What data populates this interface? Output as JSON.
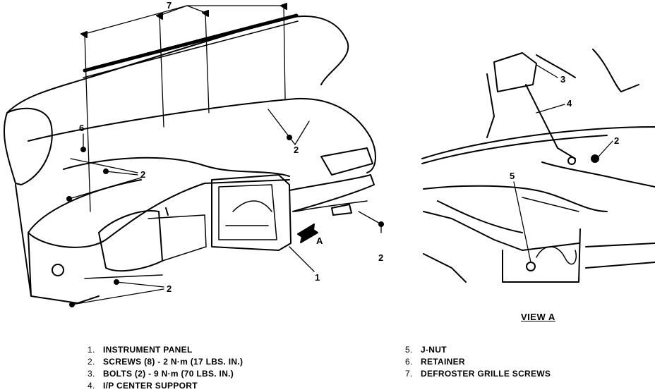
{
  "callouts": {
    "c1": "1",
    "c2a": "2",
    "c2b": "2",
    "c2c": "2",
    "c2d": "2",
    "c2e": "2",
    "c3": "3",
    "c4": "4",
    "c5": "5",
    "c6": "6",
    "c7": "7",
    "cA": "A"
  },
  "view_label": "VIEW A",
  "legend": [
    {
      "num": "1.",
      "text": "INSTRUMENT PANEL"
    },
    {
      "num": "2.",
      "text": "SCREWS (8) - 2 N·m (17 LBS. IN.)"
    },
    {
      "num": "3.",
      "text": "BOLTS (2) - 9 N·m (70 LBS. IN.)"
    },
    {
      "num": "4.",
      "text": "I/P CENTER SUPPORT"
    },
    {
      "num": "5.",
      "text": "J-NUT"
    },
    {
      "num": "6.",
      "text": "RETAINER"
    },
    {
      "num": "7.",
      "text": "DEFROSTER GRILLE SCREWS"
    }
  ]
}
